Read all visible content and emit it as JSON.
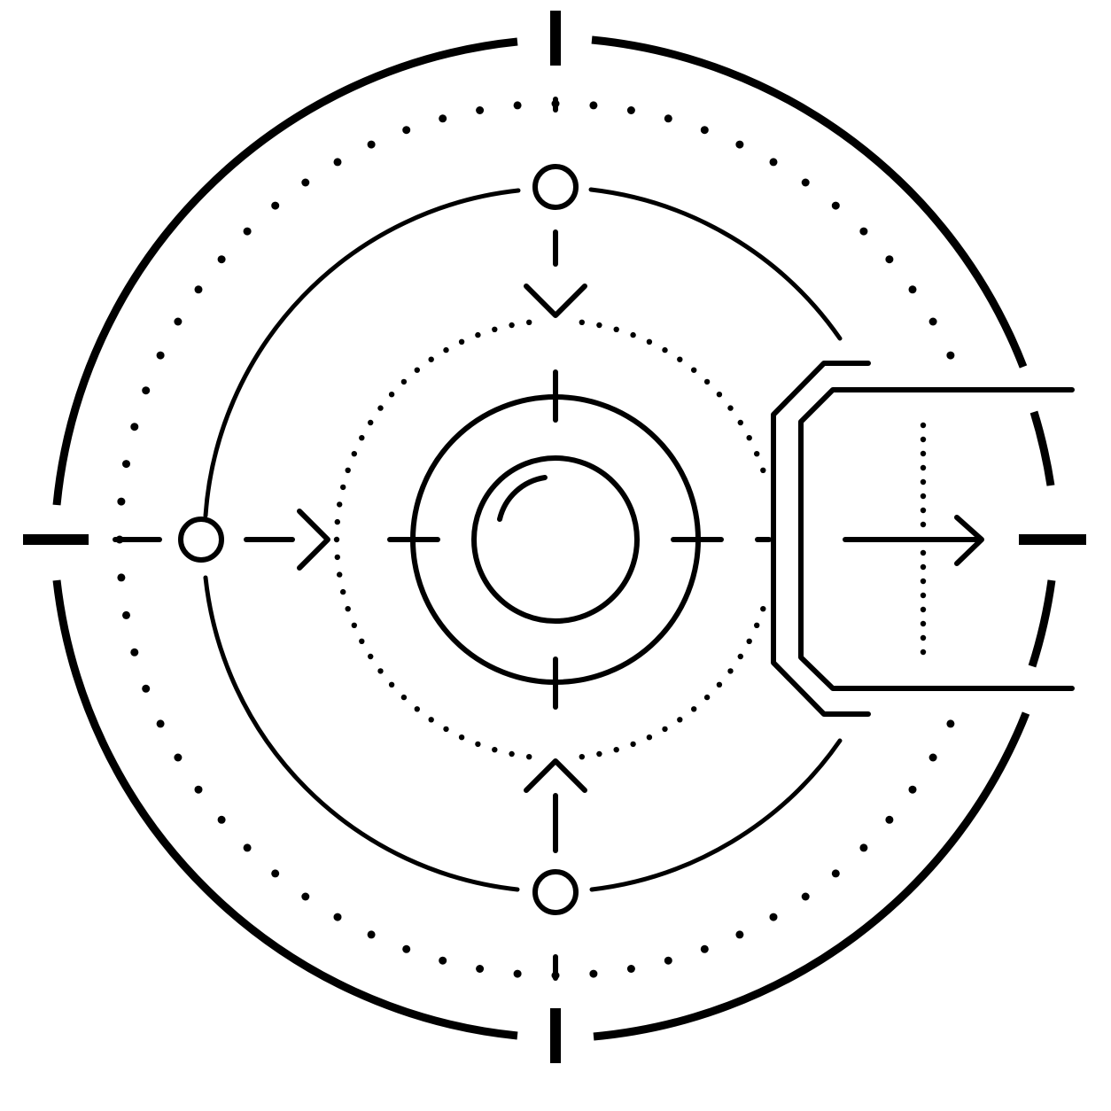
{
  "diagram": {
    "subject": "targeting-reticle-icon",
    "stroke_color": "#000000",
    "background_color": "#ffffff",
    "rings": [
      {
        "name": "outer-ring",
        "style": "solid-heavy"
      },
      {
        "name": "outer-dotted-ring",
        "style": "dotted"
      },
      {
        "name": "middle-ring",
        "style": "solid"
      },
      {
        "name": "inner-dotted-ring",
        "style": "dotted"
      },
      {
        "name": "crosshair-ring",
        "style": "solid"
      },
      {
        "name": "lens-circle",
        "style": "solid"
      }
    ],
    "nodes": [
      {
        "name": "top-node",
        "role": "input"
      },
      {
        "name": "left-node",
        "role": "input"
      },
      {
        "name": "bottom-node",
        "role": "input"
      }
    ],
    "arrows": [
      {
        "name": "arrow-down",
        "direction": "down"
      },
      {
        "name": "arrow-right-in",
        "direction": "right"
      },
      {
        "name": "arrow-up",
        "direction": "up"
      },
      {
        "name": "arrow-right-out",
        "direction": "right"
      }
    ],
    "bracket": {
      "name": "output-bracket",
      "side": "right"
    }
  }
}
